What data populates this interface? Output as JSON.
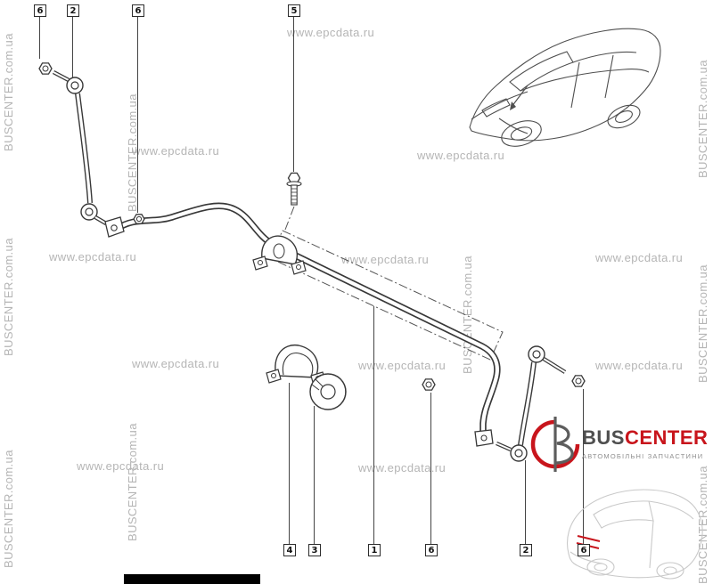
{
  "watermarks": {
    "horizontal_text": "www.epcdata.ru",
    "vertical_text": "BUSCENTER.com.ua",
    "color": "#b5b5b5"
  },
  "callouts": {
    "top": [
      {
        "label": "6"
      },
      {
        "label": "2"
      },
      {
        "label": "6"
      },
      {
        "label": "5"
      }
    ],
    "bottom": [
      {
        "label": "4"
      },
      {
        "label": "3"
      },
      {
        "label": "1"
      },
      {
        "label": "6"
      },
      {
        "label": "2"
      },
      {
        "label": "6"
      }
    ]
  },
  "brand": {
    "name_black": "BUS",
    "name_red": "CENTER",
    "tagline": "АВТОМОБІЛЬНІ ЗАПЧАСТИНИ",
    "accent_color": "#c8151c",
    "dark_color": "#4f4f4f"
  }
}
